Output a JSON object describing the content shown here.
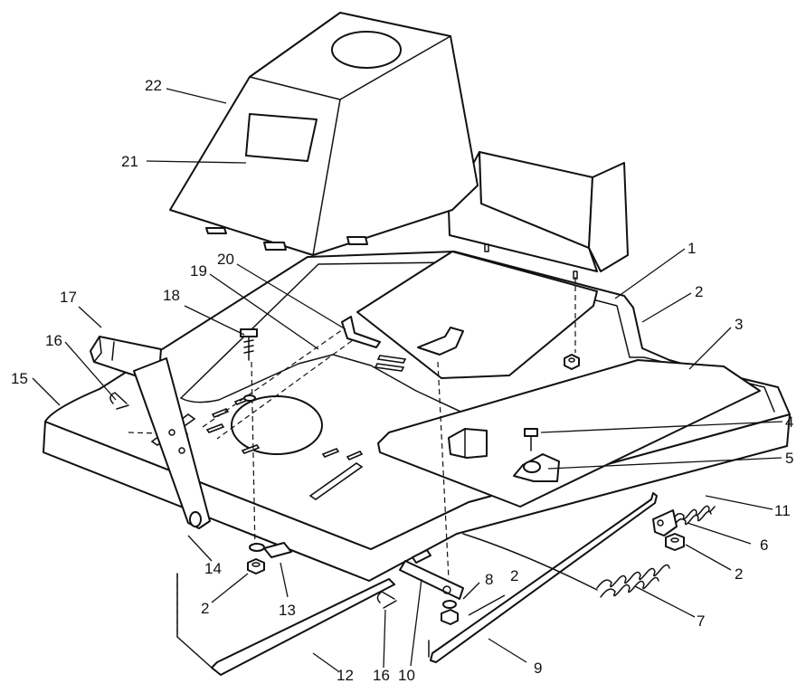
{
  "callouts": [
    {
      "id": "c1",
      "label": "1"
    },
    {
      "id": "c2a",
      "label": "2"
    },
    {
      "id": "c3",
      "label": "3"
    },
    {
      "id": "c4",
      "label": "4"
    },
    {
      "id": "c5",
      "label": "5"
    },
    {
      "id": "c11",
      "label": "11"
    },
    {
      "id": "c6",
      "label": "6"
    },
    {
      "id": "c2b",
      "label": "2"
    },
    {
      "id": "c7",
      "label": "7"
    },
    {
      "id": "c2c",
      "label": "2"
    },
    {
      "id": "c8",
      "label": "8"
    },
    {
      "id": "c9",
      "label": "9"
    },
    {
      "id": "c10",
      "label": "10"
    },
    {
      "id": "c16b",
      "label": "16"
    },
    {
      "id": "c12",
      "label": "12"
    },
    {
      "id": "c13",
      "label": "13"
    },
    {
      "id": "c2d",
      "label": "2"
    },
    {
      "id": "c14",
      "label": "14"
    },
    {
      "id": "c15",
      "label": "15"
    },
    {
      "id": "c16a",
      "label": "16"
    },
    {
      "id": "c17",
      "label": "17"
    },
    {
      "id": "c18",
      "label": "18"
    },
    {
      "id": "c19",
      "label": "19"
    },
    {
      "id": "c20",
      "label": "20"
    },
    {
      "id": "c21",
      "label": "21"
    },
    {
      "id": "c22",
      "label": "22"
    }
  ]
}
